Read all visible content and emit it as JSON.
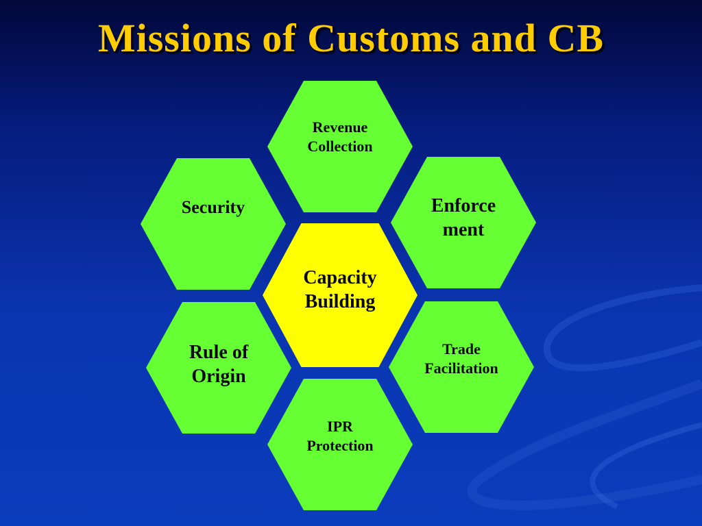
{
  "slide": {
    "title": "Missions of Customs and CB",
    "colors": {
      "title": "#ffcc00",
      "outer_hex": "#66ff33",
      "center_hex": "#ffff00",
      "background": "#0a35b0"
    }
  },
  "diagram": {
    "center": {
      "label_line1": "Capacity",
      "label_line2": "Building"
    },
    "hexagons": {
      "revenue": {
        "label_line1": "Revenue",
        "label_line2": "Collection"
      },
      "security": {
        "label_line1": "Security",
        "label_line2": ""
      },
      "enforcement": {
        "label_line1": "Enforce",
        "label_line2": "ment"
      },
      "rule_of_origin": {
        "label_line1": "Rule of",
        "label_line2": "Origin"
      },
      "trade": {
        "label_line1": "Trade",
        "label_line2": "Facilitation"
      },
      "ipr": {
        "label_line1": "IPR",
        "label_line2": "Protection"
      }
    }
  }
}
